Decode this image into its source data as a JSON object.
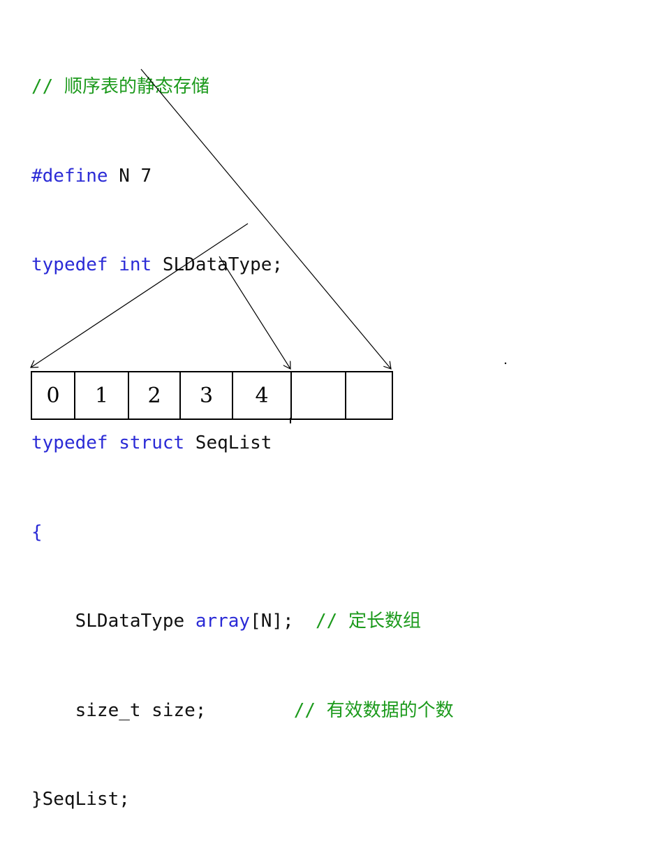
{
  "code": {
    "comment_title": "// 顺序表的静态存储",
    "define_kw": "#define",
    "define_rest": " N 7",
    "typedef_kw": "typedef",
    "int_kw": "int",
    "typedef_rest": " SLDataType;",
    "struct_typedef_kw": "typedef",
    "struct_kw": "struct",
    "struct_name": " SeqList",
    "open_brace": "{",
    "array_type": "    SLDataType ",
    "array_kw": "array",
    "array_rest": "[N];  ",
    "array_comment": "// 定长数组",
    "size_decl": "    size_t size;        ",
    "size_comment": "// 有效数据的个数",
    "close_line": "}SeqList;"
  },
  "array_cells": [
    "0",
    "1",
    "2",
    "3",
    "4",
    "",
    ""
  ]
}
